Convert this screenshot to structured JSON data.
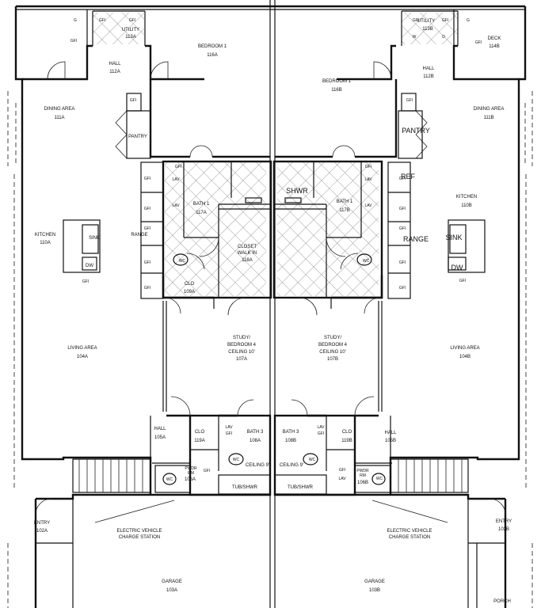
{
  "rooms": {
    "utility_a": "UTILITY",
    "utility_a_num": "113A",
    "utility_b": "UTILITY",
    "utility_b_num": "113B",
    "hall_112a": "HALL",
    "hall_112a_num": "112A",
    "hall_112b": "HALL",
    "hall_112b_num": "112B",
    "bedroom1_a": "BEDROOM 1",
    "bedroom1_a_num": "116A",
    "bedroom1_b": "BEDROOM 1",
    "bedroom1_b_num": "116B",
    "deck": "DECK",
    "deck_num": "114B",
    "dining_a": "DINING AREA",
    "dining_a_num": "111A",
    "dining_b": "DINING AREA",
    "dining_b_num": "111B",
    "pantry_a": "PANTRY",
    "pantry_b": "PANTRY",
    "ref_b": "REF",
    "kitchen_a": "KITCHEN",
    "kitchen_a_num": "110A",
    "kitchen_b": "KITCHEN",
    "kitchen_b_num": "110B",
    "bath1_a": "BATH 1",
    "bath1_a_num": "117A",
    "bath1_b": "BATH 1",
    "bath1_b_num": "117B",
    "shwr": "SHWR",
    "closet_line1": "CLOSET",
    "closet_line2": "WALK IN",
    "closet_num": "118A",
    "range_a": "RANGE",
    "range_b": "RANGE",
    "sink_a": "SINK",
    "sink_b": "SINK",
    "dw_a": "DW",
    "dw_b": "DW",
    "clo_109a": "CLO",
    "clo_109a_num": "109A",
    "living_a": "LIVING AREA",
    "living_a_num": "104A",
    "living_b": "LIVING AREA",
    "living_b_num": "104B",
    "study_l1": "STUDY/",
    "study_l2": "BEDROOM 4",
    "study_l3": "CEILING 10'",
    "study_a_num": "107A",
    "study_b_num": "107B",
    "hall_105a": "HALL",
    "hall_105a_num": "105A",
    "hall_105b": "HALL",
    "hall_105b_num": "105B",
    "clo_119a": "CLO",
    "clo_119a_num": "119A",
    "clo_119b": "CLO",
    "clo_119b_num": "119B",
    "bath3_a": "BATH 3",
    "bath3_a_num": "108A",
    "bath3_b": "BATH 3",
    "bath3_b_num": "108B",
    "ceiling9_a": "CEILING 9'",
    "ceiling9_b": "CEILING 9'",
    "tub_a": "TUB/SHWR",
    "tub_b": "TUB/SHWR",
    "pwdr_a_l1": "PWDR",
    "pwdr_a_l2": "RM",
    "pwdr_a_num": "106A",
    "pwdr_b_l1": "PWDR",
    "pwdr_b_l2": "RM",
    "pwdr_b_num": "106B",
    "entry_a": "ENTRY",
    "entry_a_num": "102A",
    "entry_b": "ENTRY",
    "entry_b_num": "102B",
    "ev_l1": "ELECTRIC VEHICLE",
    "ev_l2": "CHARGE STATION",
    "garage_a": "GARAGE",
    "garage_a_num": "103A",
    "garage_b": "GARAGE",
    "garage_b_num": "103B",
    "porch": "PORCH"
  },
  "fixtures": {
    "gfi": "GFI",
    "lav": "LAV",
    "wc": "WC",
    "g": "G",
    "w": "W",
    "d": "D"
  }
}
